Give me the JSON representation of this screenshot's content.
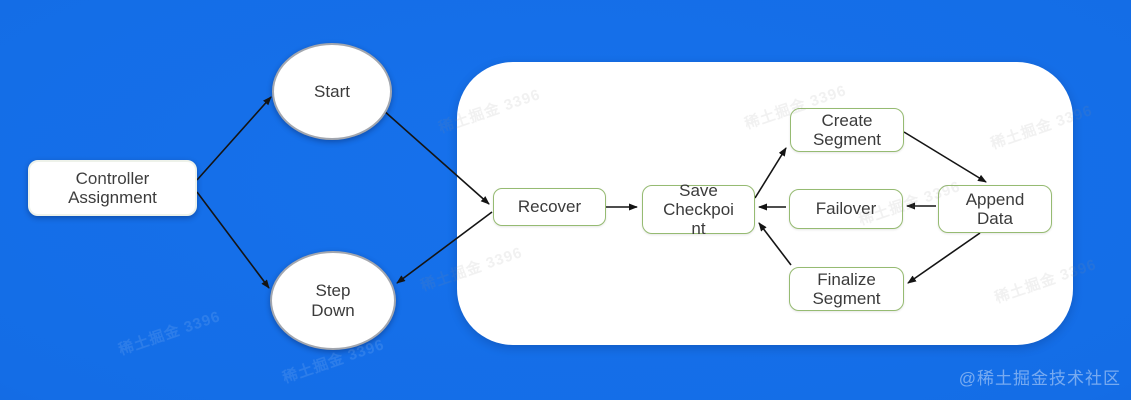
{
  "diagram": {
    "nodes": {
      "controller_assignment": {
        "label": "Controller Assignment"
      },
      "start": {
        "label": "Start"
      },
      "step_down": {
        "label": "Step Down"
      },
      "recover": {
        "label": "Recover"
      },
      "save_checkpoint": {
        "label": "Save Checkpoint"
      },
      "create_segment": {
        "label": "Create Segment"
      },
      "failover": {
        "label": "Failover"
      },
      "append_data": {
        "label": "Append Data"
      },
      "finalize_segment": {
        "label": "Finalize Segment"
      }
    },
    "edges": [
      {
        "from": "Controller Assignment",
        "to": "Start"
      },
      {
        "from": "Controller Assignment",
        "to": "Step Down"
      },
      {
        "from": "Start",
        "to": "Recover"
      },
      {
        "from": "Recover",
        "to": "Step Down"
      },
      {
        "from": "Recover",
        "to": "Save Checkpoint"
      },
      {
        "from": "Save Checkpoint",
        "to": "Create Segment"
      },
      {
        "from": "Create Segment",
        "to": "Append Data"
      },
      {
        "from": "Append Data",
        "to": "Failover"
      },
      {
        "from": "Failover",
        "to": "Save Checkpoint"
      },
      {
        "from": "Append Data",
        "to": "Finalize Segment"
      },
      {
        "from": "Finalize Segment",
        "to": "Save Checkpoint"
      }
    ]
  },
  "watermarks": {
    "badge": "@稀土掘金技术社区",
    "tile": "稀土掘金 3396"
  },
  "colors": {
    "background_blue": "#146de6",
    "node_fill": "#ffffff",
    "green_border": "#96bb72",
    "node_text": "#3b3b3b",
    "arrow": "#141414"
  }
}
